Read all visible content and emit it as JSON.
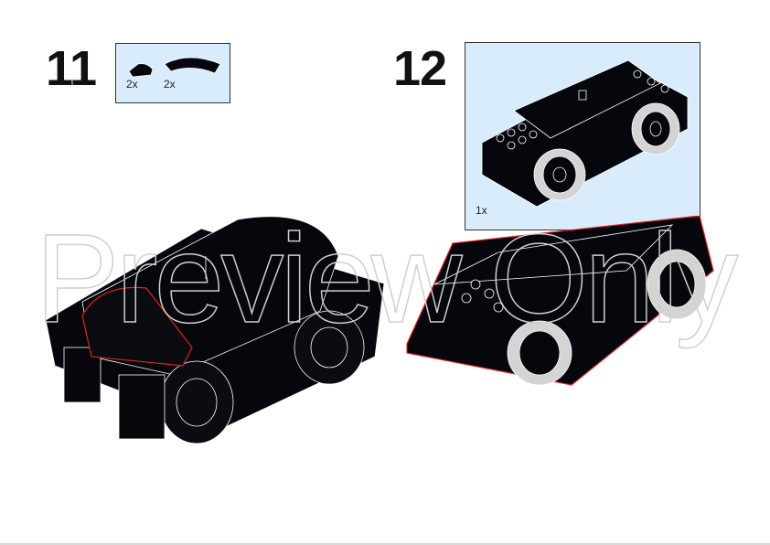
{
  "steps": [
    {
      "number": "11",
      "parts": [
        {
          "name": "quarter-round-tile",
          "quantity": "2x"
        },
        {
          "name": "curved-tile",
          "quantity": "2x"
        }
      ]
    },
    {
      "number": "12",
      "parts": [
        {
          "name": "train-motor",
          "quantity": "1x"
        }
      ]
    }
  ],
  "watermark": "Preview Only",
  "colors": {
    "parts_box_bg": "#d8ecfb",
    "brick_black": "#05070d",
    "highlight_red": "#e02020",
    "wheel_gray": "#d4d4d4"
  }
}
